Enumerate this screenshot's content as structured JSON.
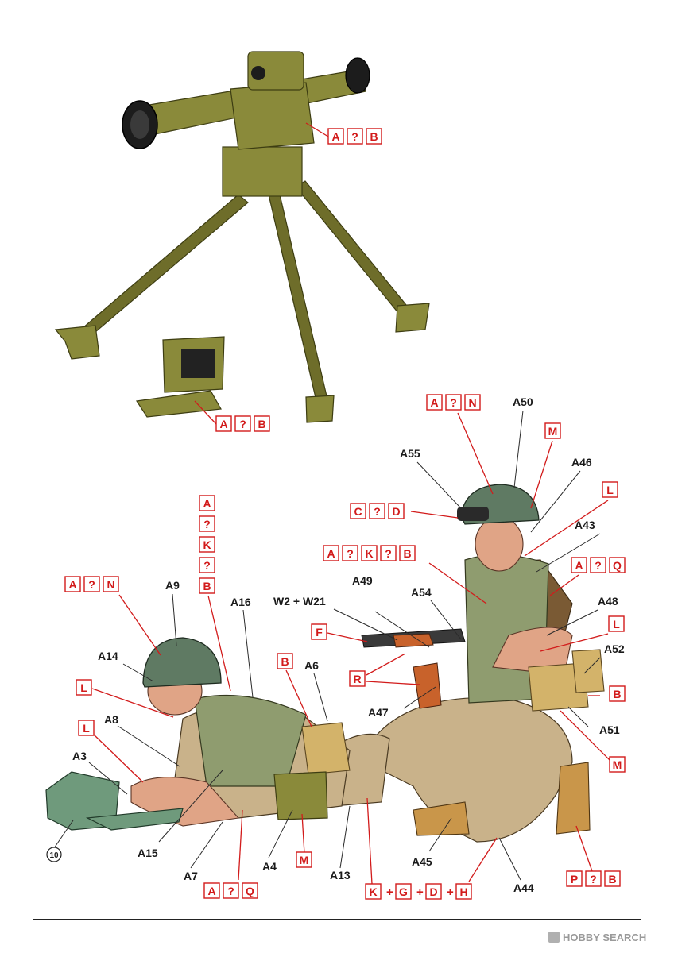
{
  "diagram": {
    "callouts_black": [
      "A50",
      "A46",
      "A55",
      "A43",
      "A49",
      "A54",
      "A48",
      "W2 + W21",
      "A9",
      "A16",
      "A52",
      "A14",
      "A6",
      "A47",
      "A51",
      "A8",
      "A3",
      "A15",
      "A7",
      "A4",
      "A13",
      "A45",
      "A44"
    ],
    "callout_groups_red": [
      {
        "parts": [
          "A",
          "?",
          "B"
        ]
      },
      {
        "parts": [
          "A",
          "?",
          "B"
        ]
      },
      {
        "parts": [
          "A",
          "?",
          "N"
        ]
      },
      {
        "parts": [
          "M"
        ]
      },
      {
        "parts": [
          "L"
        ]
      },
      {
        "parts": [
          "C",
          "?",
          "D"
        ]
      },
      {
        "parts": [
          "A",
          "?",
          "K",
          "?",
          "B"
        ]
      },
      {
        "parts": [
          "A",
          "?",
          "Q"
        ]
      },
      {
        "parts": [
          "A",
          "?",
          "K",
          "?",
          "B"
        ]
      },
      {
        "parts": [
          "A",
          "?",
          "N"
        ]
      },
      {
        "parts": [
          "L"
        ]
      },
      {
        "parts": [
          "F"
        ]
      },
      {
        "parts": [
          "R"
        ]
      },
      {
        "parts": [
          "B"
        ]
      },
      {
        "parts": [
          "B"
        ]
      },
      {
        "parts": [
          "L"
        ]
      },
      {
        "parts": [
          "M"
        ]
      },
      {
        "parts": [
          "M"
        ]
      },
      {
        "parts": [
          "L"
        ]
      },
      {
        "parts": [
          "A",
          "?",
          "Q"
        ]
      },
      {
        "parts": [
          "K",
          "G",
          "D",
          "H"
        ],
        "joiner": "+"
      },
      {
        "parts": [
          "P",
          "?",
          "B"
        ]
      }
    ],
    "step_number": "10",
    "colors": {
      "callout_red": "#d21b1b",
      "olive": "#8a8a3a",
      "helmet": "#5f7a63"
    }
  },
  "watermark": {
    "text": "HOBBY SEARCH"
  }
}
